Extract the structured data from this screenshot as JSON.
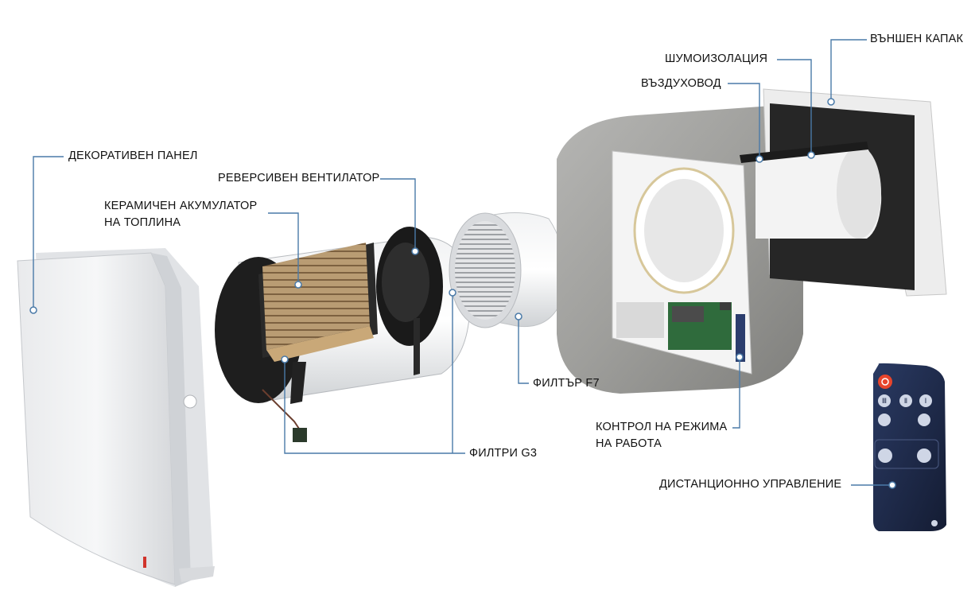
{
  "labels": {
    "decorative_panel": "ДЕКОРАТИВЕН ПАНЕЛ",
    "reversible_fan": "РЕВЕРСИВЕН ВЕНТИЛАТОР",
    "ceramic_accumulator_line1": "КЕРАМИЧЕН АКУМУЛАТОР",
    "ceramic_accumulator_line2": "НА ТОПЛИНА",
    "filter_f7": "ФИЛТЪР F7",
    "filters_g3": "ФИЛТРИ G3",
    "control_mode_line1": "КОНТРОЛ НА РЕЖИМА",
    "control_mode_line2": "НА РАБОТА",
    "noise_insulation": "ШУМОИЗОЛАЦИЯ",
    "air_duct": "ВЪЗДУХОВОД",
    "outer_cover": "ВЪНШЕН КАПАК",
    "remote_control": "ДИСТАНЦИОННО УПРАВЛЕНИЕ"
  },
  "remote": {
    "row1": [
      "Ⅲ",
      "Ⅱ",
      "Ⅰ"
    ]
  },
  "colors": {
    "leader_line": "#4a7aa8",
    "remote_body": "#1f2a4a",
    "power_button": "#e8452c",
    "concrete": "#9c9c9c"
  }
}
